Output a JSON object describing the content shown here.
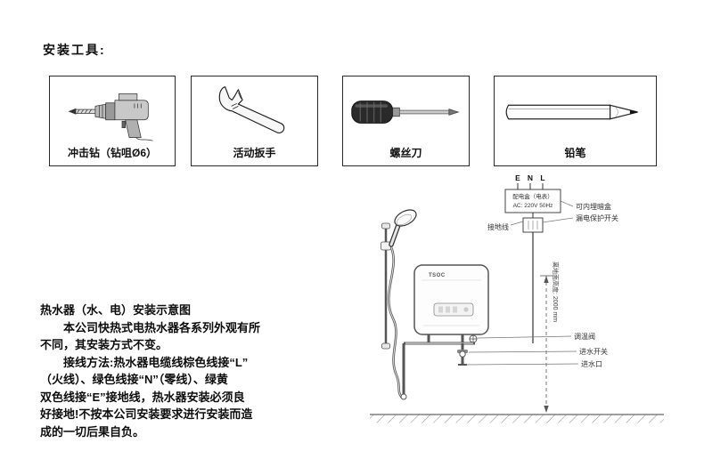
{
  "tools_section": {
    "title": "安装工具:",
    "tools": [
      {
        "icon": "impact-drill-icon",
        "label": "冲击钻（钻咀Ø6）"
      },
      {
        "icon": "adjustable-wrench-icon",
        "label": "活动扳手"
      },
      {
        "icon": "screwdriver-icon",
        "label": "螺丝刀"
      },
      {
        "icon": "pencil-icon",
        "label": "铅笔"
      }
    ]
  },
  "description": {
    "lines": [
      "热水器（水、电）安装示意图",
      "　　本公司快热式电热水器各系列外观有所",
      "不同，其安装方式不变。",
      "　　接线方法:热水器电缆线棕色线接“L”",
      "（火线）、绿色线接“N”（零线）、绿黄",
      "双色线接“E”接地线，热水器安装必须良",
      "好接地!不按本公司安装要求进行安装而造",
      "成的一切后果自负。"
    ]
  },
  "diagram": {
    "terminals": [
      "E",
      "N",
      "L"
    ],
    "distribution_box": {
      "line1": "配电盒（电表）",
      "line2": "AC: 220V 50Hz"
    },
    "labels": {
      "concealed_box": "可内埋暗盒",
      "leakage_switch": "漏电保护开关",
      "ground_wire": "接地线",
      "height": "离地面高度: 2000 mm",
      "temp_valve": "调温阀",
      "inlet_switch": "进水开关",
      "inlet": "进水口"
    },
    "brand": "TSOC"
  }
}
